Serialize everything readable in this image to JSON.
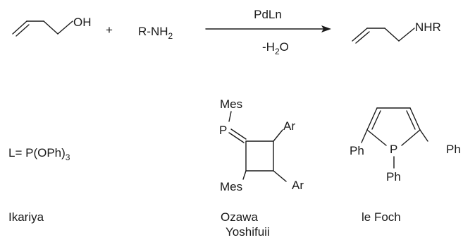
{
  "reaction": {
    "reactant1_group": "OH",
    "plus_sign": "+",
    "reactant2_main": "R-NH",
    "reactant2_subscript": "2",
    "catalyst": "PdLn",
    "byproduct_main": "-H",
    "byproduct_subscript": "2",
    "byproduct_end": "O",
    "product_group": "NHR"
  },
  "ligands": [
    {
      "formula_main": "L= P(OPh)",
      "formula_subscript": "3",
      "author": "Ikariya"
    },
    {
      "labels": {
        "mes_p": "Mes",
        "p": "P",
        "ar_top": "Ar",
        "ar_bottom": "Ar",
        "mes_bottom": "Mes"
      },
      "author_line1": "Ozawa",
      "author_line2": "Yoshifuii"
    },
    {
      "labels": {
        "p": "P",
        "ph_left": "Ph",
        "ph_right": "Ph",
        "ph_bottom": "Ph"
      },
      "author": "le Foch"
    }
  ]
}
